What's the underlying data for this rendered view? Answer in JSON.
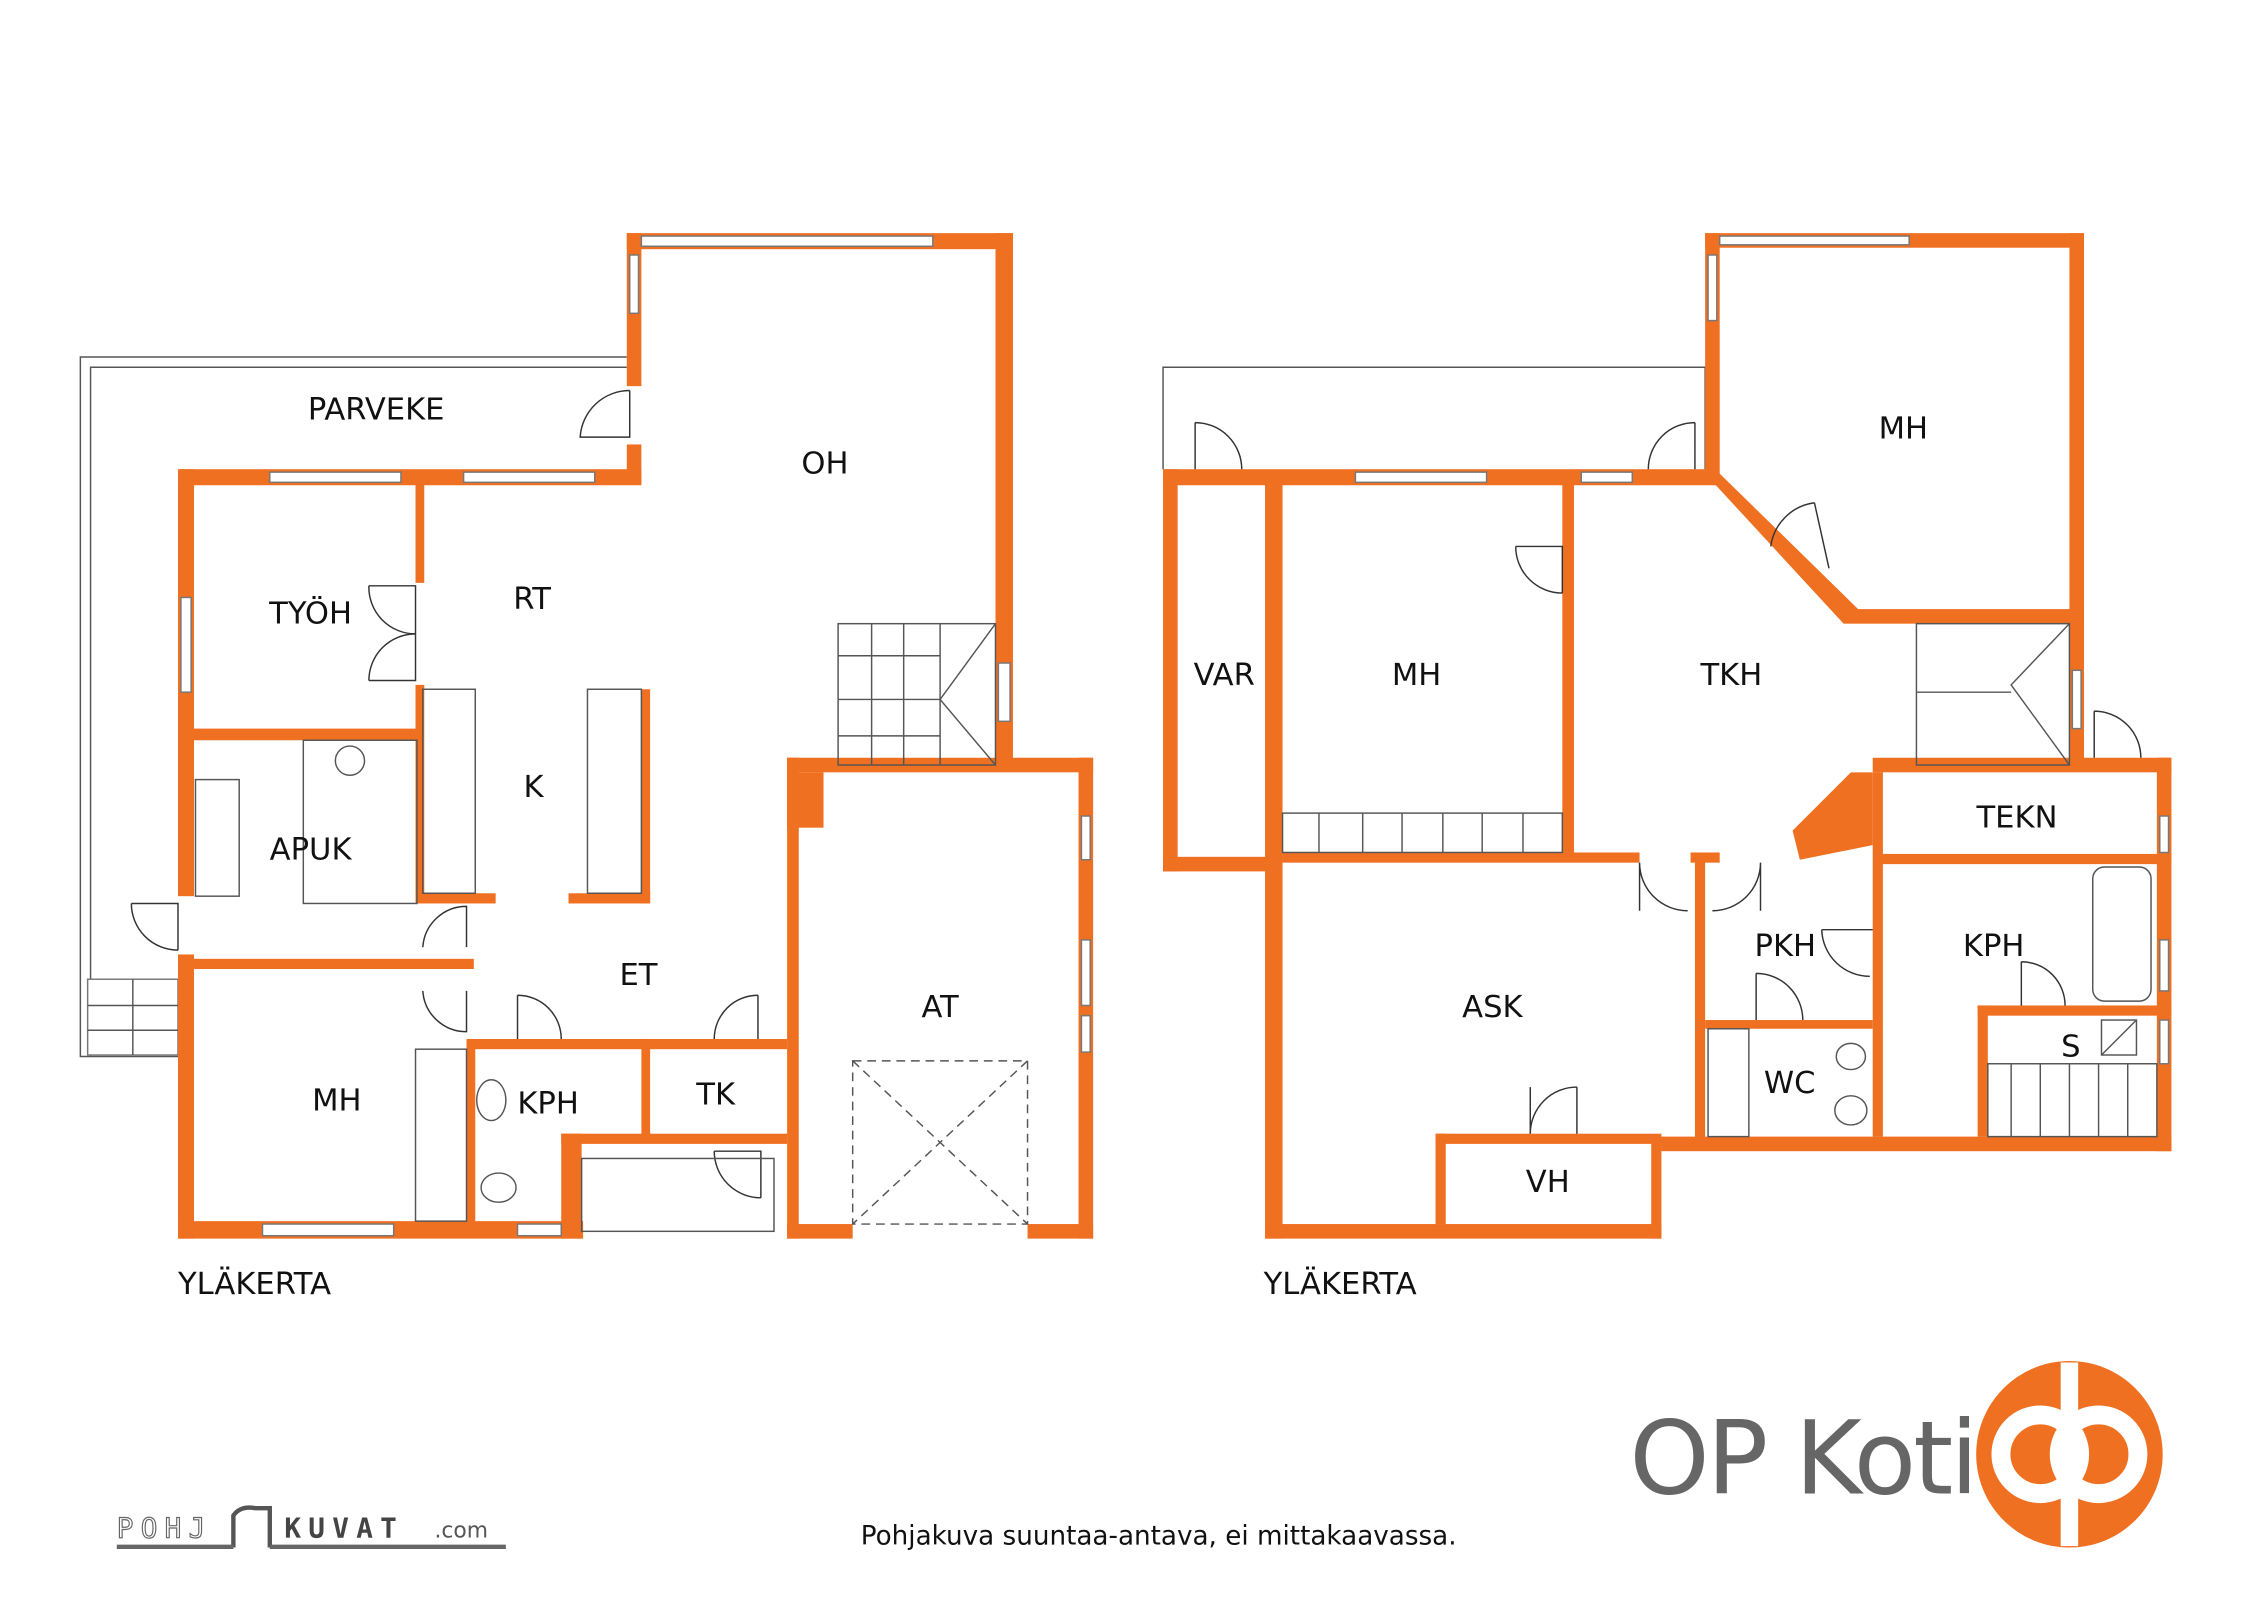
{
  "colors": {
    "wall": "#f07022",
    "text": "#111111",
    "brand_gray": "#666666"
  },
  "left_plan": {
    "floor_label": "YLÄKERTA",
    "rooms": {
      "parveke": "PARVEKE",
      "oh": "OH",
      "rt": "RT",
      "tyoh": "TYÖH",
      "k": "K",
      "apuk": "APUK",
      "et": "ET",
      "mh": "MH",
      "kph": "KPH",
      "tk": "TK",
      "at": "AT"
    }
  },
  "right_plan": {
    "floor_label": "YLÄKERTA",
    "rooms": {
      "var": "VAR",
      "mh1": "MH",
      "tkh": "TKH",
      "mh2": "MH",
      "tekn": "TEKN",
      "pkh": "PKH",
      "kph": "KPH",
      "ask": "ASK",
      "wc": "WC",
      "s": "S",
      "vh": "VH"
    }
  },
  "footer": {
    "disclaimer": "Pohjakuva suuntaa-antava, ei mittakaavassa.",
    "brand": "OP Koti",
    "pohjakuvat_logo": "POHJAKUVAT.com"
  }
}
